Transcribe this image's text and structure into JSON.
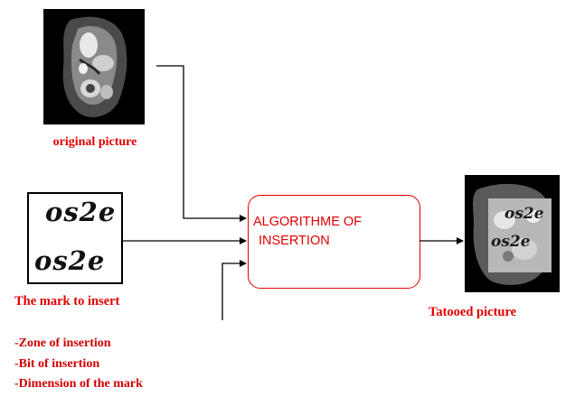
{
  "original": {
    "caption": "original picture"
  },
  "mark": {
    "text_1": "os2e",
    "text_2": "os2e",
    "caption": "The mark to insert"
  },
  "params": [
    "-Zone of insertion",
    "-Bit of insertion",
    "-Dimension of the mark"
  ],
  "algorithm": {
    "line_1": "ALGORITHME OF",
    "line_2": "INSERTION"
  },
  "tatooed": {
    "mark_1": "os2e",
    "mark_2": "os2e",
    "caption": "Tatooed picture"
  },
  "colors": {
    "label_red": "#e00000",
    "box_border_red": "#e00000",
    "arrow_black": "#000000"
  }
}
